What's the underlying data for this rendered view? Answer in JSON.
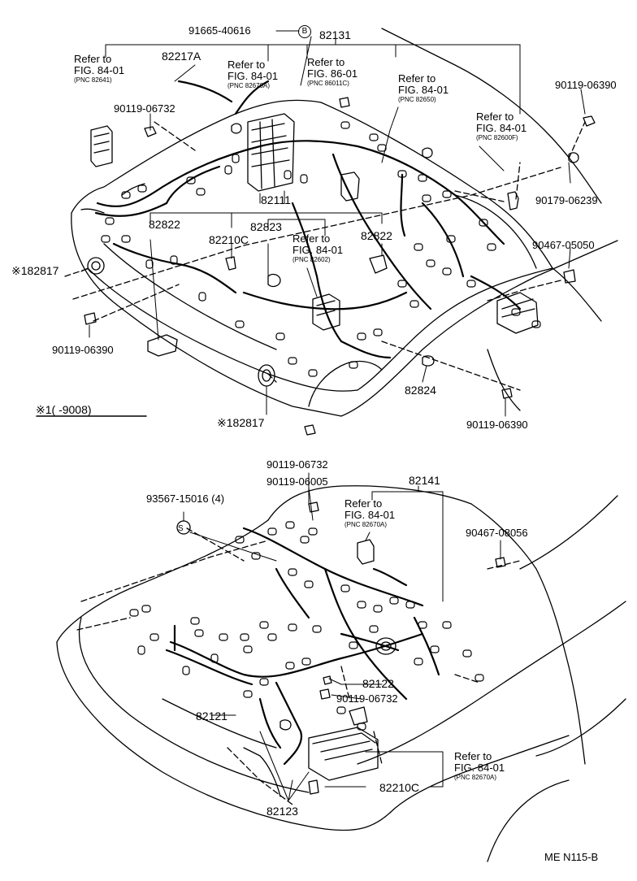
{
  "colors": {
    "line": "#000000",
    "background": "#ffffff"
  },
  "labels": {
    "p91665": "91665-40616",
    "sym_b": "B",
    "p82131": "82131",
    "p82217A": "82217A",
    "p90119_06390_tr": "90119-06390",
    "p90119_06732_tl": "90119-06732",
    "p82111": "82111",
    "p90179_06239": "90179-06239",
    "p82822_l": "82822",
    "p82823": "82823",
    "p82822_r": "82822",
    "p82210C_t": "82210C",
    "p90467_05050": "90467-05050",
    "p82817_l": "82817",
    "p90119_06390_l": "90119-06390",
    "p82824": "82824",
    "p90119_06390_r": "90119-06390",
    "note": "※1(      -9008)",
    "p82817_c": "82817",
    "p90119_06732_m": "90119-06732",
    "p90119_06005": "90119-06005",
    "p82141": "82141",
    "p93567": "93567-15016 (4)",
    "sym_s": "S",
    "p90467_08056": "90467-08056",
    "p82122": "82122",
    "p90119_06732_b": "90119-06732",
    "p82121": "82121",
    "p82210C_b": "82210C",
    "p82123": "82123",
    "mark1": "※1",
    "code": "ME N115-B"
  },
  "refs": {
    "r82641": {
      "l1": "Refer to",
      "l2": "FIG. 84-01",
      "l3": "(PNC 82641)"
    },
    "r82670A_t": {
      "l1": "Refer to",
      "l2": "FIG. 84-01",
      "l3": "(PNC 82670A)"
    },
    "r86011C": {
      "l1": "Refer to",
      "l2": "FIG. 86-01",
      "l3": "(PNC 86011C)"
    },
    "r82650": {
      "l1": "Refer to",
      "l2": "FIG. 84-01",
      "l3": "(PNC 82650)"
    },
    "r82600F": {
      "l1": "Refer to",
      "l2": "FIG. 84-01",
      "l3": "(PNC 82600F)"
    },
    "r82602": {
      "l1": "Refer to",
      "l2": "FIG. 84-01",
      "l3": "(PNC 82602)"
    },
    "r82670A_m": {
      "l1": "Refer to",
      "l2": "FIG. 84-01",
      "l3": "(PNC 82670A)"
    },
    "r82670A_b": {
      "l1": "Refer to",
      "l2": "FIG. 84-01",
      "l3": "(PNC 82670A)"
    }
  }
}
